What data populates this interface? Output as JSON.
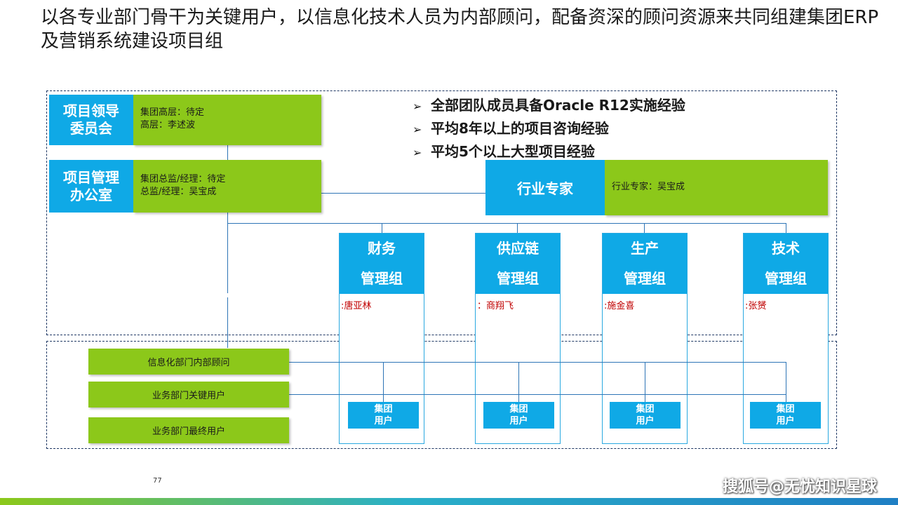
{
  "title": "以各专业部门骨干为关键用户，以信息化技术人员为内部顾问，配备资深的顾问资源来共同组建集团ERP及营销系统建设项目组",
  "committee": {
    "label_line1": "项目领导",
    "label_line2": "委员会",
    "detail_line1": "集团高层：待定",
    "detail_line2": "高层：李述波"
  },
  "pmo": {
    "label_line1": "项目管理",
    "label_line2": "办公室",
    "detail_line1": "集团总监/经理：待定",
    "detail_line2": "总监/经理：吴宝成"
  },
  "expert": {
    "label": "行业专家",
    "detail": "行业专家：吴宝成"
  },
  "bullets": [
    "全部团队成员具备Oracle R12实施经验",
    "平均8年以上的项目咨询经验",
    "平均5个以上大型项目经验"
  ],
  "groups": [
    {
      "line1": "财务",
      "line2": "管理组",
      "member": ":唐亚林",
      "user_line1": "集团",
      "user_line2": "用户"
    },
    {
      "line1": "供应链",
      "line2": "管理组",
      "member": "：商翔飞",
      "user_line1": "集团",
      "user_line2": "用户"
    },
    {
      "line1": "生产",
      "line2": "管理组",
      "member": ":施金喜",
      "user_line1": "集团",
      "user_line2": "用户"
    },
    {
      "line1": "技术",
      "line2": "管理组",
      "member": ":张赟",
      "user_line1": "集团",
      "user_line2": "用户"
    }
  ],
  "roles": [
    "信息化部门内部顾问",
    "业务部门关键用户",
    "业务部门最终用户"
  ],
  "page_number": "77",
  "watermark": "搜狐号@无忧知识星球",
  "colors": {
    "blue": "#0fa9e6",
    "green": "#8cc81a",
    "red_text": "#c00000",
    "line": "#2e75b6"
  }
}
